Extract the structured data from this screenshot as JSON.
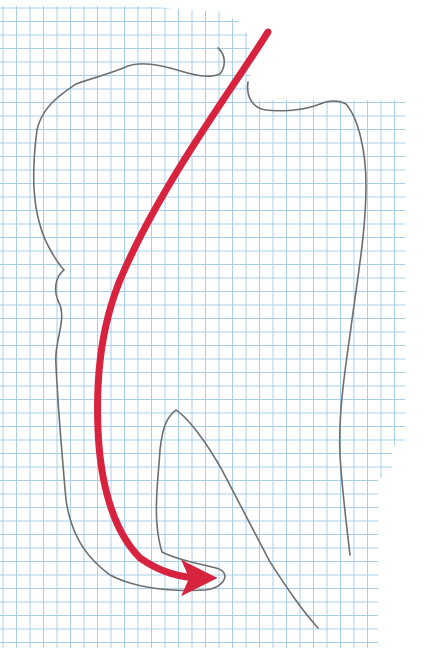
{
  "figure": {
    "background": "graph-paper",
    "colors": {
      "paper": "#ffffff",
      "grid_line": "#a9cfe8",
      "outline": "#6e6e6e",
      "arrow": "#d8233f"
    },
    "elements": [
      "tooth-root-outline",
      "curved-arrow"
    ]
  }
}
